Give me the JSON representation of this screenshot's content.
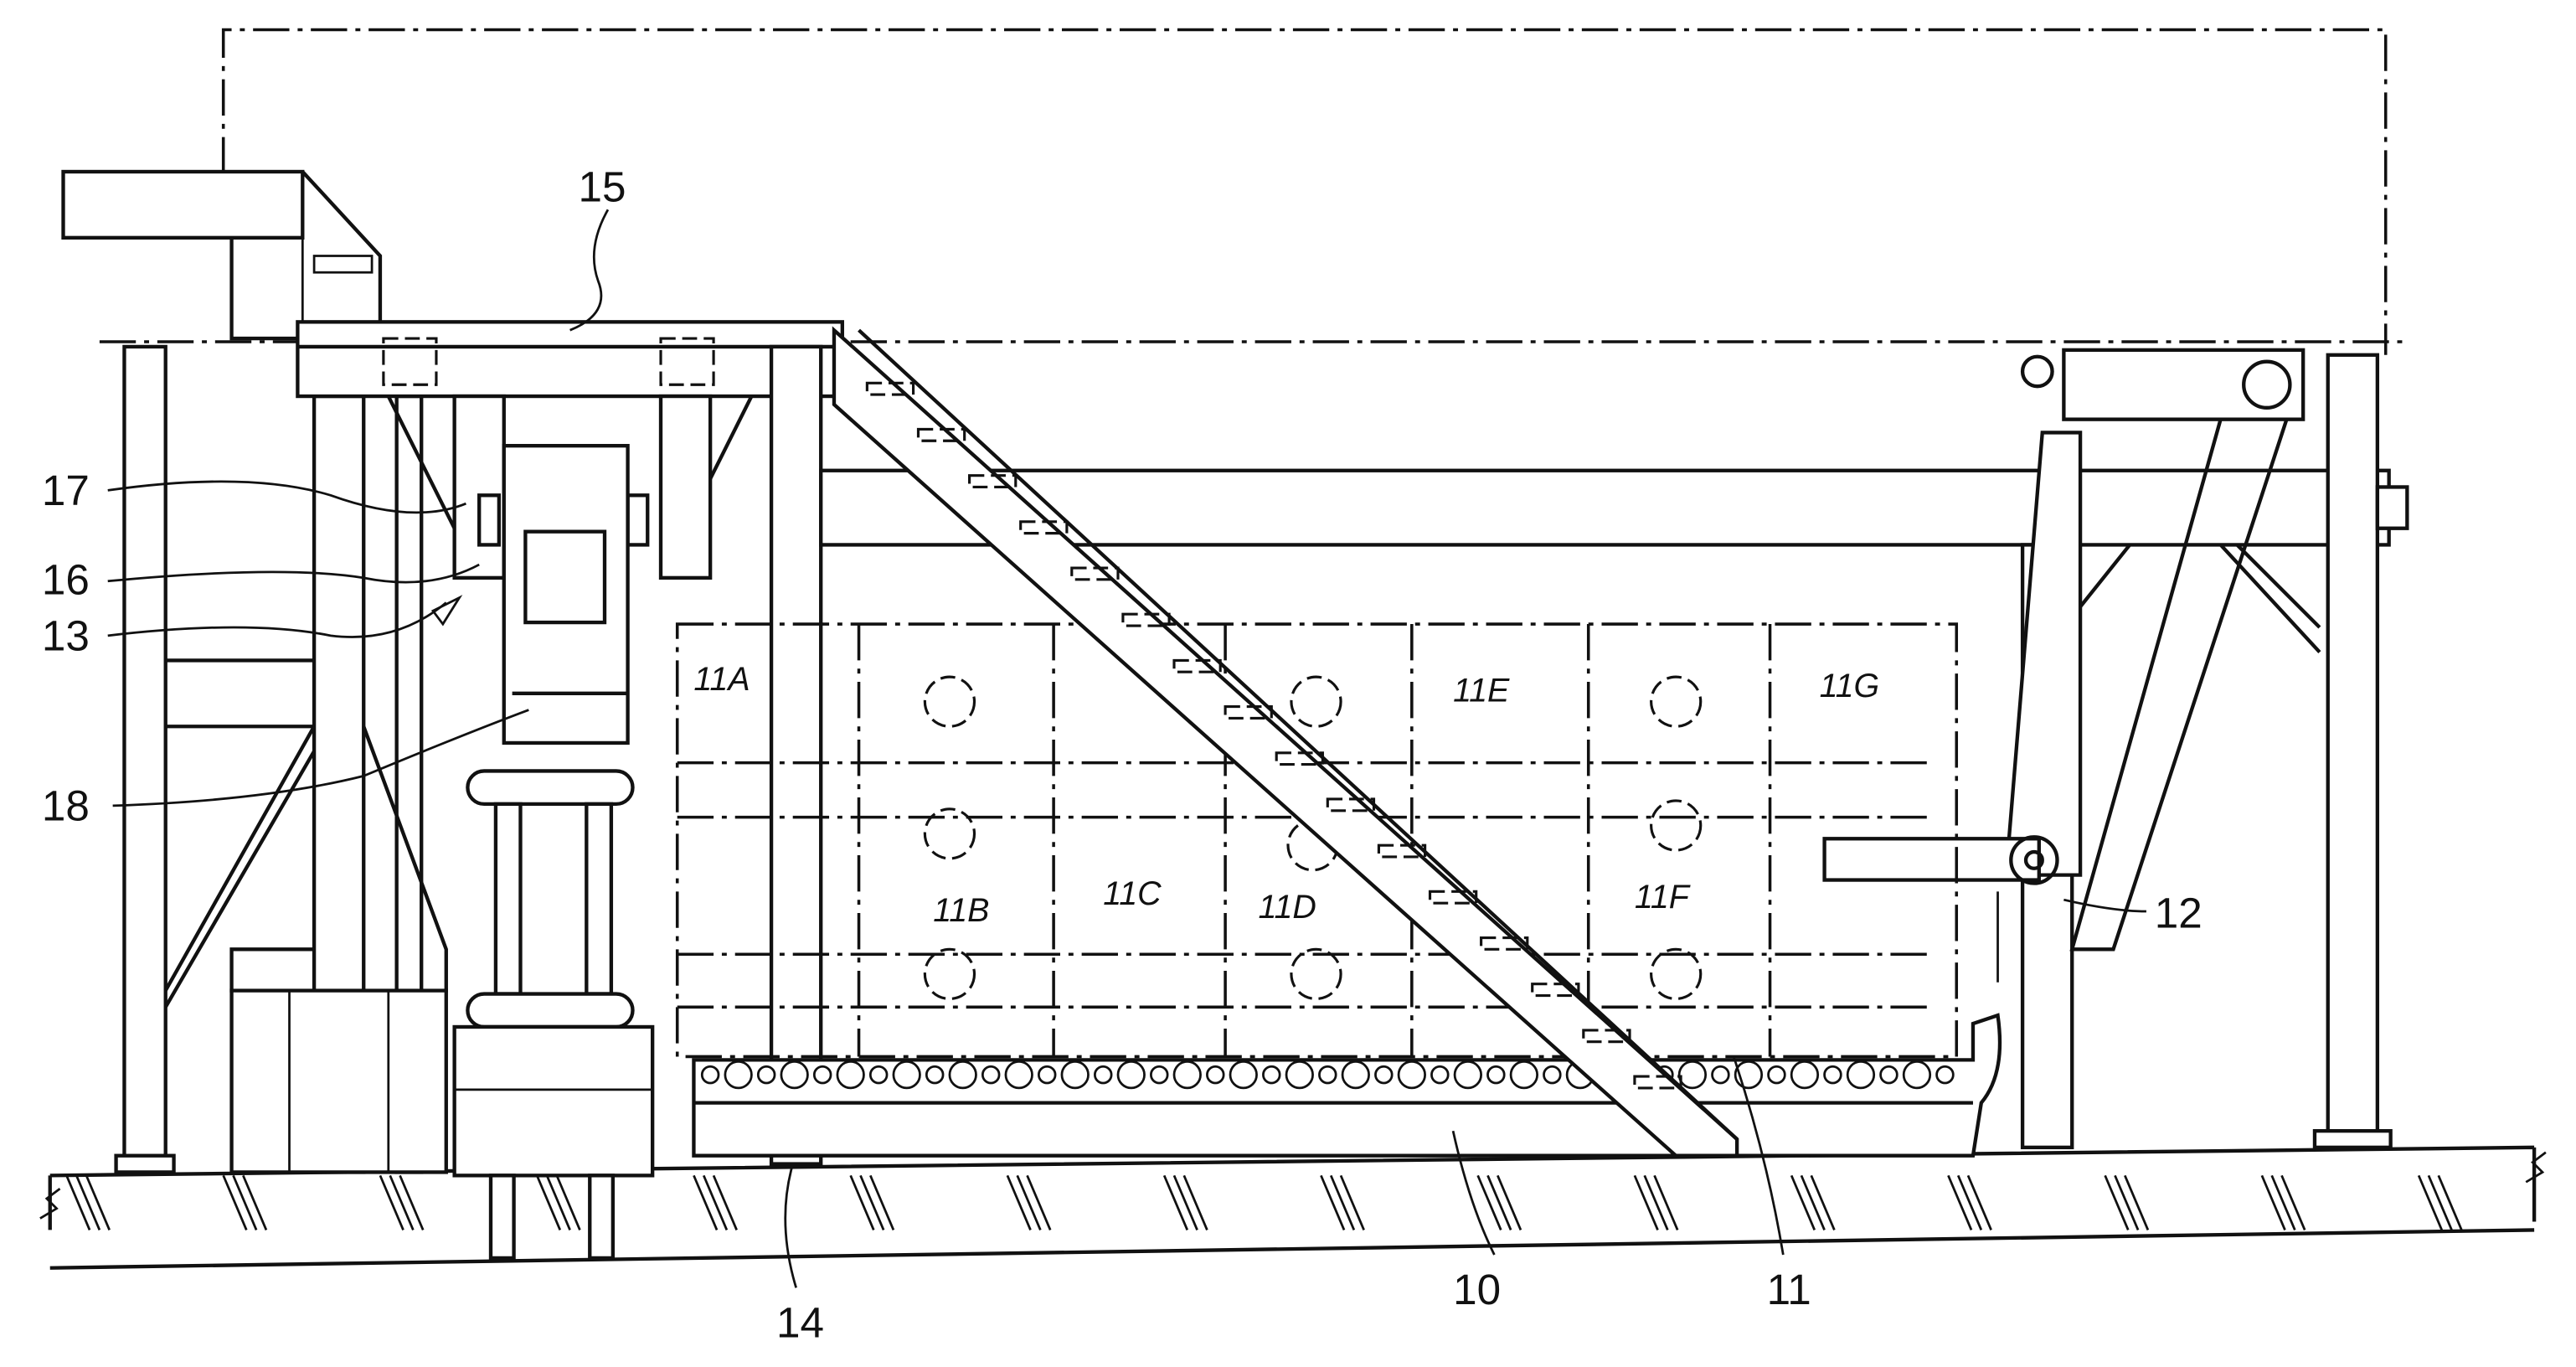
{
  "figure": {
    "reference_labels": {
      "r15": "15",
      "r17": "17",
      "r16": "16",
      "r13": "13",
      "r18": "18",
      "r12": "12",
      "r14": "14",
      "r10": "10",
      "r11": "11"
    },
    "zone_labels": {
      "a": "11A",
      "b": "11B",
      "c": "11C",
      "d": "11D",
      "e": "11E",
      "f": "11F",
      "g": "11G"
    }
  }
}
